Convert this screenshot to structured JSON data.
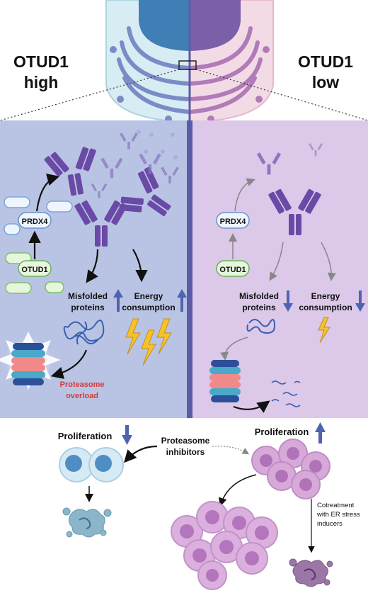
{
  "header": {
    "left_title_line1": "OTUD1",
    "left_title_line2": "high",
    "right_title_line1": "OTUD1",
    "right_title_line2": "low"
  },
  "left_panel": {
    "prdx4": "PRDX4",
    "otud1": "OTUD1",
    "misfolded_line1": "Misfolded",
    "misfolded_line2": "proteins",
    "energy_line1": "Energy",
    "energy_line2": "consumption",
    "proteasome_line1": "Proteasome",
    "proteasome_line2": "overload"
  },
  "right_panel": {
    "prdx4": "PRDX4",
    "otud1": "OTUD1",
    "misfolded_line1": "Misfolded",
    "misfolded_line2": "proteins",
    "energy_line1": "Energy",
    "energy_line2": "consumption"
  },
  "bottom": {
    "proliferation_left": "Proliferation",
    "proliferation_right": "Proliferation",
    "inhibitors_line1": "Proteasome",
    "inhibitors_line2": "inhibitors",
    "cotreat_line1": "Cotreatment",
    "cotreat_line2": "with  ER stress",
    "cotreat_line3": "inducers"
  },
  "colors": {
    "left_bg": "#b9c4e4",
    "right_bg": "#dcc8e8",
    "divider": "#5b5aa6",
    "arrow_blue": "#5063b0",
    "overload_red": "#d23a3a",
    "lightning": "#f5c22a"
  }
}
